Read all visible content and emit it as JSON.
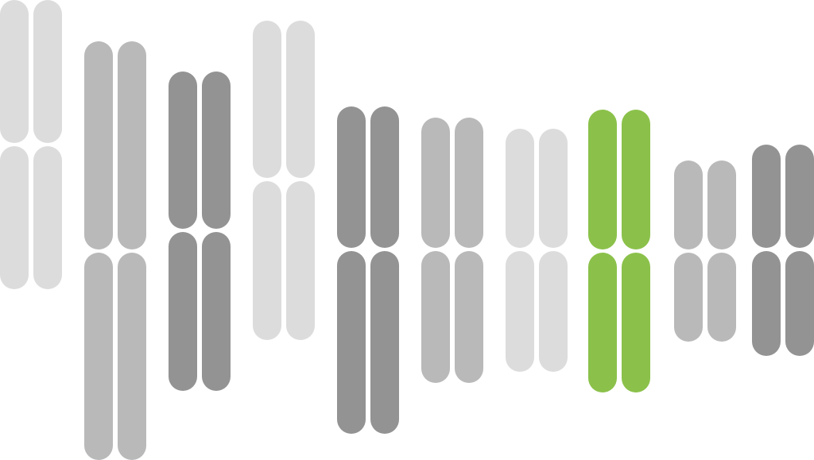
{
  "colors": {
    "background": "#ffffff",
    "light_gray": "#dcdcdc",
    "mid_gray": "#b9b9b9",
    "dark_gray": "#939393",
    "highlight_green": "#8bc14a"
  },
  "chromosome_pairs": [
    {
      "shade": "light_gray"
    },
    {
      "shade": "mid_gray"
    },
    {
      "shade": "dark_gray"
    },
    {
      "shade": "light_gray"
    },
    {
      "shade": "dark_gray"
    },
    {
      "shade": "mid_gray"
    },
    {
      "shade": "light_gray"
    },
    {
      "shade": "highlight_green",
      "highlighted": true
    },
    {
      "shade": "mid_gray"
    },
    {
      "shade": "dark_gray"
    }
  ]
}
